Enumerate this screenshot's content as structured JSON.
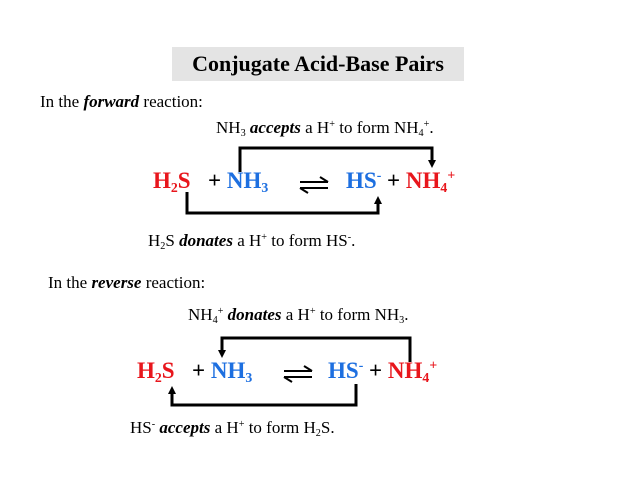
{
  "title": "Conjugate Acid-Base Pairs",
  "forward": {
    "intro_pre": "In the",
    "intro_em": "forward",
    "intro_post": "reaction:",
    "top_note": {
      "a": "NH",
      "a_sub": "3",
      "verb": "accepts",
      "b": "a H",
      "b_sup": "+",
      "c": "to form NH",
      "c_sub": "4",
      "c_sup": "+",
      "d": "."
    },
    "bottom_note": {
      "a": "H",
      "a_sub": "2",
      "a2": "S",
      "verb": "donates",
      "b": "a H",
      "b_sup": "+",
      "c": "to form HS",
      "c_sup": "-",
      "d": "."
    }
  },
  "reverse": {
    "intro_pre": "In the",
    "intro_em": "reverse",
    "intro_post": "reaction:",
    "top_note": {
      "a": "NH",
      "a_sub": "4",
      "a_sup": "+",
      "verb": "donates",
      "b": "a H",
      "b_sup": "+",
      "c": "to form NH",
      "c_sub": "3",
      "d": "."
    },
    "bottom_note": {
      "a": "HS",
      "a_sup": "-",
      "verb": "accepts",
      "b": "a H",
      "b_sup": "+",
      "c": "to form H",
      "c_sub": "2",
      "c2": "S",
      "d": "."
    }
  },
  "equation": {
    "acid": "H",
    "acid_sub": "2",
    "acid_tail": "S",
    "plus": "+",
    "base": "NH",
    "base_sub": "3",
    "conj_base": "HS",
    "conj_base_sup": "-",
    "conj_acid": "NH",
    "conj_acid_sub": "4",
    "conj_acid_sup": "+"
  },
  "colors": {
    "acid": "#e8161c",
    "base": "#1d6fe0",
    "title_bg": "#e4e4e4"
  }
}
